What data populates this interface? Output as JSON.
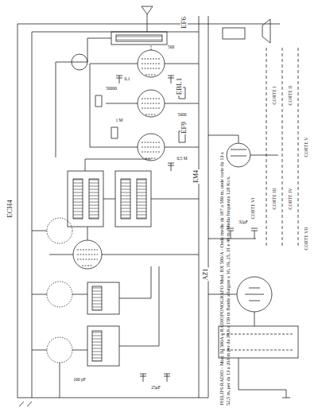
{
  "diagram": {
    "title": "PHILIPS RADIO - Mod. BI 580A e RADIOFONOGRAFO Mod. BX 580/A - Onde medie da 187 a 580 m, onde corte da 13 a 52,5 m, per da 13 a 203 m per da 39,8 a 159 m Bande allargate a 16, 19, 25, 31 e 49 m. Media frequenza 128 Kc/s.",
    "labels": [
      "EF6",
      "EBL1",
      "EF9",
      "ECH4",
      "EM4",
      "AZ1",
      "CORTE I",
      "CORTE II",
      "CORTE III",
      "CORTE IV",
      "CORTE V",
      "CORTE VI",
      "CORTE VII",
      "50000",
      "0,1",
      "5000",
      "1 M",
      "0,5 M",
      "32μF",
      "25μF",
      "500",
      "100 pF"
    ]
  }
}
